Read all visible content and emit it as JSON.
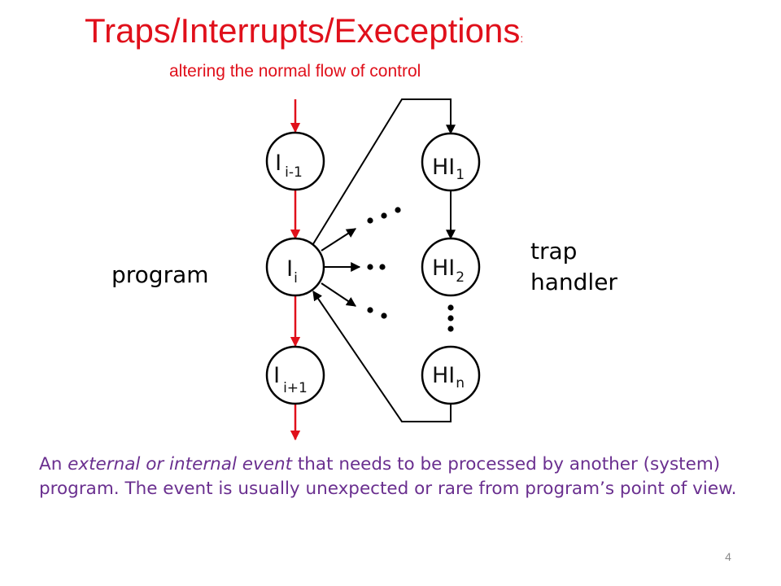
{
  "slide": {
    "title": "Traps/Interrupts/Execeptions",
    "title_suffix": ":",
    "subtitle": "altering the normal flow of control",
    "page_number": "4",
    "colors": {
      "title": "#e0101b",
      "program_flow_arrows": "#e0101b",
      "description_text": "#6a2f8f",
      "nodes": "#000000"
    }
  },
  "diagram": {
    "program_label": "program",
    "handler_label_line1": "trap",
    "handler_label_line2": "handler",
    "program_nodes": [
      {
        "base": "I",
        "sub": "i-1"
      },
      {
        "base": "I",
        "sub": "i"
      },
      {
        "base": "I",
        "sub": "i+1"
      }
    ],
    "handler_nodes": [
      {
        "base": "HI",
        "sub": "1"
      },
      {
        "base": "HI",
        "sub": "2"
      },
      {
        "base": "HI",
        "sub": "n"
      }
    ]
  },
  "description": {
    "before_em": "An ",
    "emphasis": "external or internal event",
    "after_em": "  that needs to be processed by another (system) program. The event is usually unexpected or rare from program’s point of view."
  }
}
